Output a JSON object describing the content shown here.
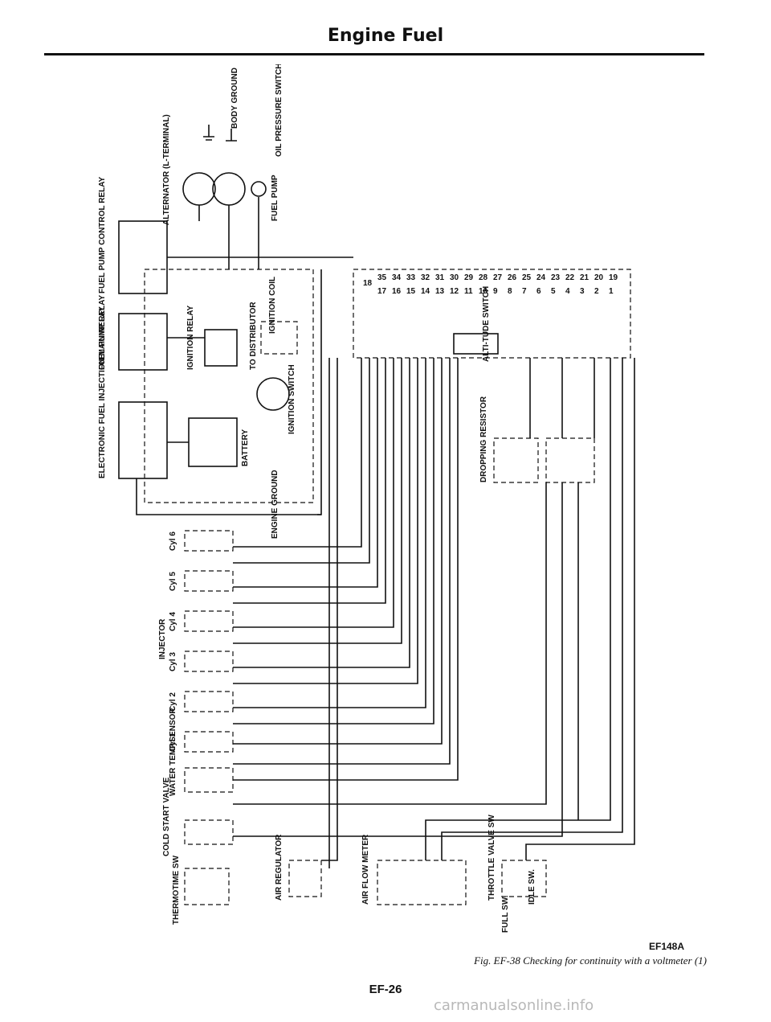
{
  "page": {
    "header": "Engine Fuel",
    "figure_code": "EF148A",
    "caption": "Fig. EF-38 Checking for continuity with a voltmeter (1)",
    "page_number": "EF-26",
    "watermark": "carmanualsonline.info"
  },
  "labels": {
    "body_ground": "BODY GROUND",
    "oil_pressure": "OIL PRESSURE SWITCH",
    "alternator": "ALTERNATOR (L-TERMINAL)",
    "fuel_pump": "FUEL PUMP",
    "fp_control_relay": "FUEL PUMP CONTROL RELAY",
    "fp_relay": "FUEL PUMP RELAY",
    "efi_relay": "ELECTRONIC FUEL INJECTION MAIN RELAY",
    "ignition_relay": "IGNITION RELAY",
    "to_distributor": "TO DISTRIBUTOR",
    "ignition_coil": "IGNITION COIL",
    "ignition_switch": "IGNITION SWITCH",
    "battery": "BATTERY",
    "engine_ground": "ENGINE GROUND",
    "dropping_resistor": "DROPPING RESISTOR",
    "altitude_switch": "ALTI-TUDE SWITCH",
    "injector": "INJECTOR",
    "water_temp": "WATER TEMP.SENSOR",
    "cold_start": "COLD START VALVE",
    "thermotime": "THERMOTIME SW",
    "air_regulator": "AIR REGULATOR",
    "air_flow_meter": "AIR FLOW METER",
    "throttle": "THROTTLE VALVE SW",
    "full_sw": "FULL SW.",
    "idle_sw": "IDLE SW."
  },
  "cylinders": [
    "Cyl 6",
    "Cyl 5",
    "Cyl 4",
    "Cyl 3",
    "Cyl 2",
    "Cyl 1"
  ],
  "connector_pins_left": [
    "18",
    "17",
    "16",
    "15",
    "14",
    "13",
    "12",
    "11",
    "10",
    "9",
    "8",
    "7",
    "6",
    "5",
    "4",
    "3",
    "2",
    "1"
  ],
  "connector_pins_right": [
    "35",
    "34",
    "33",
    "32",
    "31",
    "30",
    "29",
    "28",
    "27",
    "26",
    "25",
    "24",
    "23",
    "22",
    "21",
    "20",
    "19"
  ]
}
